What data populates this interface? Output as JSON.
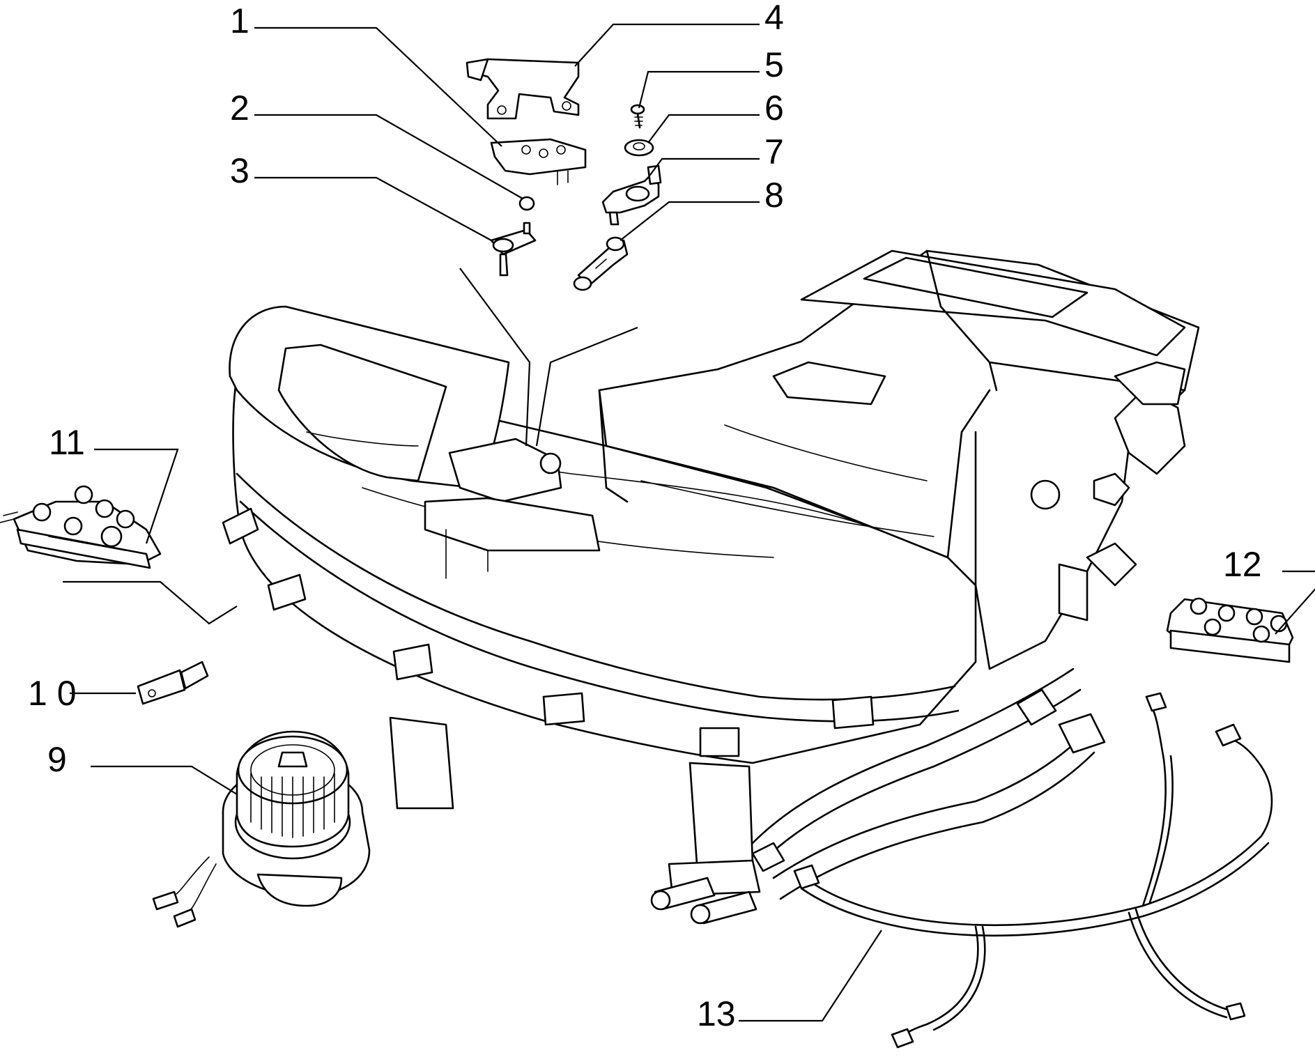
{
  "callouts": [
    {
      "id": "c1",
      "label": "1"
    },
    {
      "id": "c2",
      "label": "2"
    },
    {
      "id": "c3",
      "label": "3"
    },
    {
      "id": "c4",
      "label": "4"
    },
    {
      "id": "c5",
      "label": "5"
    },
    {
      "id": "c6",
      "label": "6"
    },
    {
      "id": "c7",
      "label": "7"
    },
    {
      "id": "c8",
      "label": "8"
    },
    {
      "id": "c9",
      "label": "9"
    },
    {
      "id": "c10",
      "label": "1 0"
    },
    {
      "id": "c11",
      "label": "11"
    },
    {
      "id": "c12",
      "label": "12"
    },
    {
      "id": "c13",
      "label": "13"
    }
  ]
}
